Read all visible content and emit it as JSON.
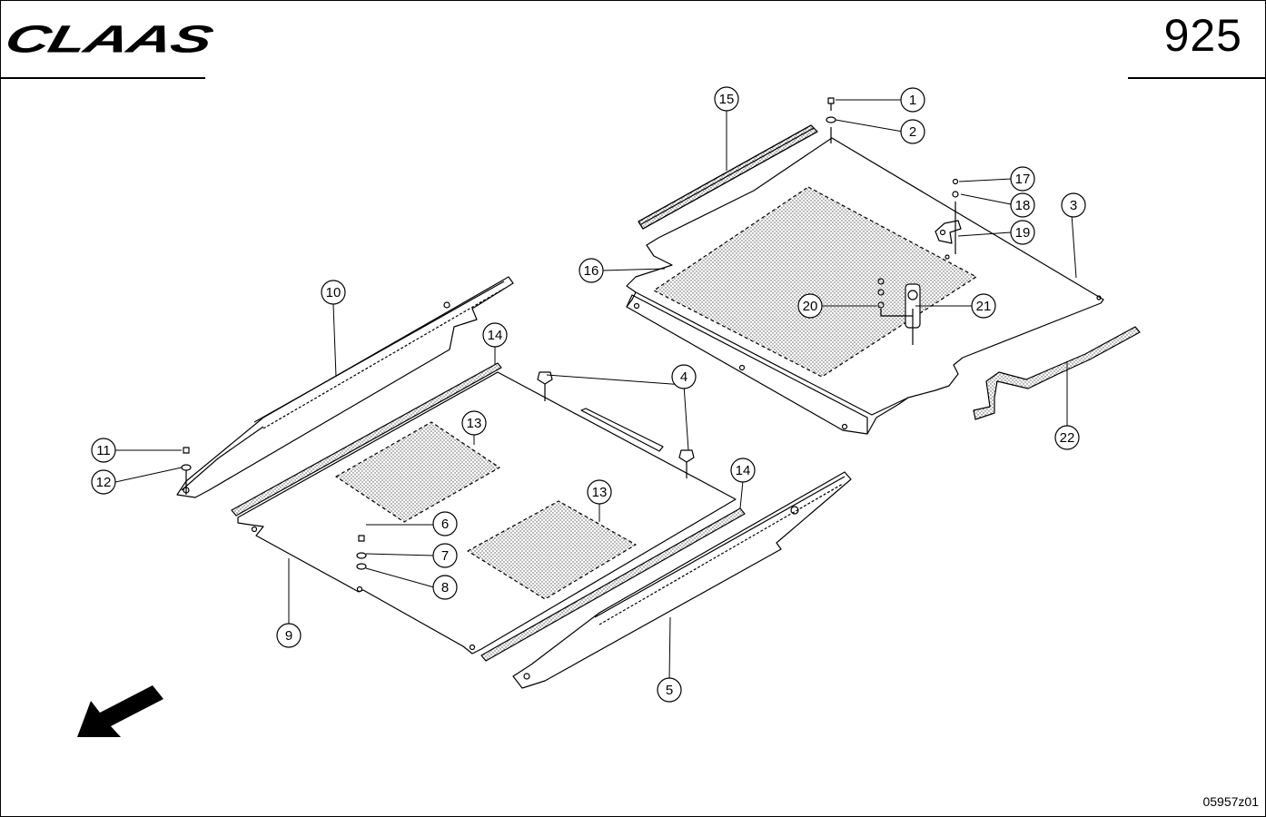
{
  "header": {
    "brand": "CLAAS",
    "page_number": "925"
  },
  "footer": {
    "drawing_code": "05957z01"
  },
  "callouts": {
    "c1": "1",
    "c2": "2",
    "c3": "3",
    "c4": "4",
    "c5": "5",
    "c6": "6",
    "c7": "7",
    "c8": "8",
    "c9": "9",
    "c10": "10",
    "c11": "11",
    "c12": "12",
    "c13a": "13",
    "c13b": "13",
    "c14a": "14",
    "c14b": "14",
    "c15": "15",
    "c16": "16",
    "c17": "17",
    "c18": "18",
    "c19": "19",
    "c20": "20",
    "c21": "21",
    "c22": "22"
  },
  "icons": {
    "direction": "arrow-down-left-icon"
  }
}
